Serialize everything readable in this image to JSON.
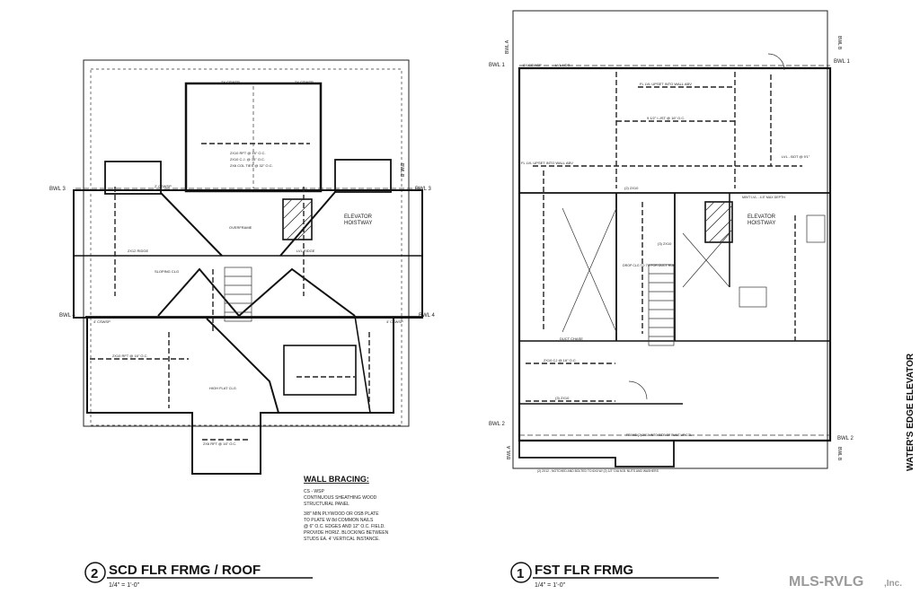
{
  "left_plan": {
    "title_number": "2",
    "title": "SCD FLR FRMG / ROOF",
    "scale": "1/4\" = 1'-0\"",
    "callouts": {
      "elevator": "ELEVATOR",
      "hoistway": "HOISTWAY",
      "bwl3_left": "BWL 3",
      "bwl3_right": "BWL 3",
      "bwl4_left": "BWL 4",
      "bwl4_right": "BWL 4",
      "bwlb": "BWL B",
      "rafters_top": "2X10 RFT @ 16\" O.C.",
      "cj_top": "2X10 C.J. @ 16\" O.C.",
      "col_ties": "2X6 COL TIES @ 32\" O.C.",
      "ridge_2x12": "2X12 RIDGE",
      "lvl_ridge": "LVL RIDGE",
      "overframe": "OVERFRAME",
      "sloping_clg": "SLOPING CLG",
      "high_flat_clg": "HIGH FLAT CLG",
      "rafters_left": "2X10 RFT @ 16\" O.C.",
      "rafters_bottom": "2X6 RFT @ 16\" O.C.",
      "cswsp_1": "2X CSWSP",
      "cswsp_2": "2X CSWSP",
      "cswsp_3": "4' CSWSP",
      "cswsp_4": "2' CSWSP",
      "cswsp_5": "4' CSWSP"
    }
  },
  "right_plan": {
    "title_number": "1",
    "title": "FST FLR FRMG",
    "scale": "1/4\" = 1'-0\"",
    "callouts": {
      "elevator": "ELEVATOR",
      "hoistway": "HOISTWAY",
      "bwl1_left": "BWL 1",
      "bwl1_right": "BWL 1",
      "bwl2_left": "BWL 2",
      "bwl2_right": "BWL 2",
      "bwla_top": "BWL A",
      "bwla_bottom": "BWL A",
      "bwlb_top": "BWL B",
      "bwlb_bottom": "BWL B",
      "lvl_hdr": "LVL HDR",
      "csws_2x": "2X CSWSP",
      "lvl_upset": "FL LVL UPSET INTO WALL ABV",
      "joist_1": "9 1/2\" I-JST @ 16\" O.C.",
      "lvl_upset_2": "FL LVL UPSET INTO WALL ABV",
      "drop_clg": "DROP CLG TO 7'6 FOR DUCT RUN",
      "duct_chase": "DUCT CHASE",
      "joist_2x10": "2X10 CJ @ 16\" O.C.",
      "joist_2x10b": "(3) 2X10",
      "frame_note": "FRAME (2) 2X10 INTO SIDE OF BUILT-UP COL",
      "notched_note": "(2) 2X12 - NOTCHED AND BOLTED TO 6X6 W/ (2) 1/2\" DIA M.B. NUTS AND WASHERS",
      "lvl_bot": "LVL - BOT @ 9'1\"",
      "min_lvl": "MIN'T LVL - 4.5\" MAX DEPTH",
      "two_2x10": "(2) 2X10",
      "three_2x10": "(3) 2X10"
    }
  },
  "wall_bracing": {
    "heading": "WALL BRACING:",
    "code": "CS - WSP",
    "line1": "CONTINUOUS SHEATHING WOOD",
    "line2": "STRUCTURAL PANEL",
    "detail1": "3/8\" MIN PLYWOOD OR OSB PLATE",
    "detail2": "TO PLATE W 8d COMMON NAILS",
    "detail3": "@ 6\" O.C. EDGES AND 12\" O.C. FIELD.",
    "detail4": "PROVIDE HORIZ. BLOCKING BETWEEN",
    "detail5": "STUDS EA. 4' VERTICAL INSTANCE."
  },
  "side_label": "WATER'S EDGE ELEVATOR",
  "watermark": {
    "main": "MLS-RVLG",
    "suffix": ",Inc."
  }
}
